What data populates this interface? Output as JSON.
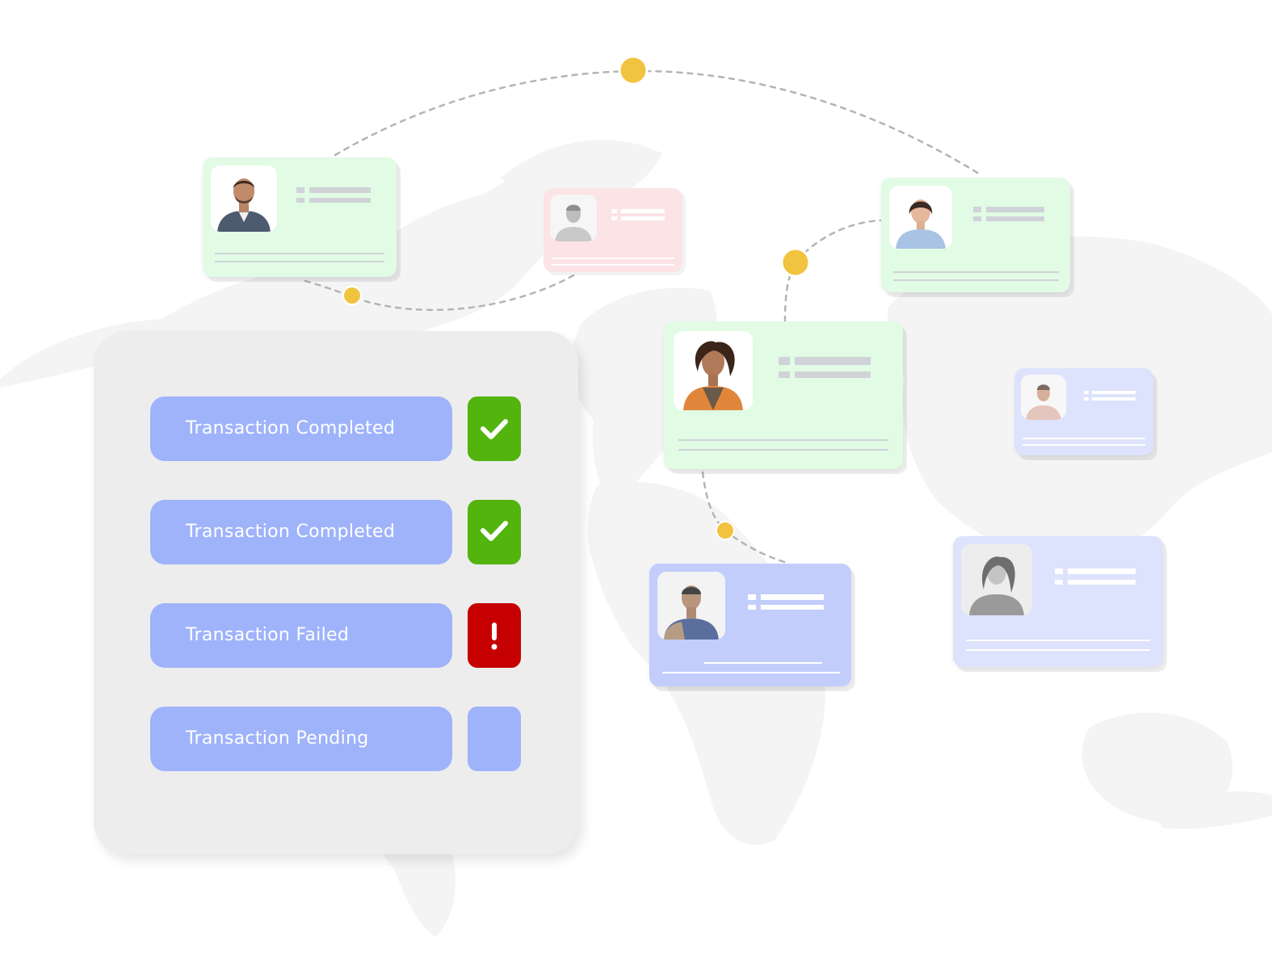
{
  "transactions": [
    {
      "label": "Transaction Completed",
      "status": "completed",
      "icon": "check-icon"
    },
    {
      "label": "Transaction Completed",
      "status": "completed",
      "icon": "check-icon"
    },
    {
      "label": "Transaction Failed",
      "status": "failed",
      "icon": "exclamation-icon"
    },
    {
      "label": "Transaction Pending",
      "status": "pending",
      "icon": ""
    }
  ],
  "colors": {
    "pill": "#9fb3fb",
    "completed": "#52b40c",
    "failed": "#c60000",
    "pending": "#9fb3fb",
    "node": "#f2c33f",
    "card_green": "#e1fbe5",
    "card_pink": "#fbe3e6",
    "card_blue": "#c2cdfb",
    "card_blue_light": "#dde3fc",
    "panel": "#ededed"
  }
}
